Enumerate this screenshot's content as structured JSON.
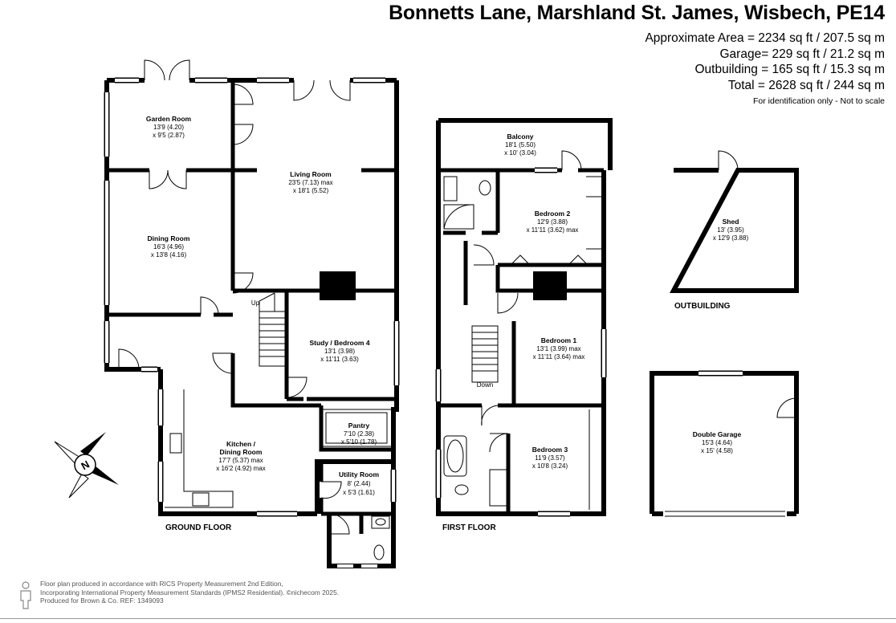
{
  "title": "Bonnetts Lane, Marshland St. James, Wisbech, PE14",
  "areas": [
    "Approximate Area = 2234 sq ft / 207.5 sq m",
    "Garage= 229 sq ft / 21.2 sq m",
    "Outbuilding = 165 sq ft / 15.3 sq m",
    "Total = 2628 sq ft / 244 sq m"
  ],
  "note": "For identification only - Not to scale",
  "floors": {
    "ground": "GROUND FLOOR",
    "first": "FIRST FLOOR",
    "outbuilding": "OUTBUILDING"
  },
  "rooms": {
    "garden_room": {
      "name": "Garden Room",
      "d1": "13'9 (4.20)",
      "d2": "x 9'5 (2.87)"
    },
    "living_room": {
      "name": "Living Room",
      "d1": "23'5 (7.13) max",
      "d2": "x 18'1 (5.52)"
    },
    "dining_room": {
      "name": "Dining Room",
      "d1": "16'3 (4.96)",
      "d2": "x 13'8 (4.16)"
    },
    "study": {
      "name": "Study / Bedroom 4",
      "d1": "13'1 (3.98)",
      "d2": "x 11'11 (3.63)"
    },
    "kitchen": {
      "name1": "Kitchen /",
      "name2": "Dining Room",
      "d1": "17'7 (5.37) max",
      "d2": "x 16'2 (4.92) max"
    },
    "pantry": {
      "name": "Pantry",
      "d1": "7'10 (2.38)",
      "d2": "x 5'10 (1.78)"
    },
    "utility": {
      "name": "Utility Room",
      "d1": "8' (2.44)",
      "d2": "x 5'3 (1.61)"
    },
    "balcony": {
      "name": "Balcony",
      "d1": "18'1 (5.50)",
      "d2": "x 10' (3.04)"
    },
    "bedroom2": {
      "name": "Bedroom 2",
      "d1": "12'9 (3.88)",
      "d2": "x 11'11 (3.62) max"
    },
    "bedroom1": {
      "name": "Bedroom 1",
      "d1": "13'1 (3.99) max",
      "d2": "x 11'11 (3.64) max"
    },
    "bedroom3": {
      "name": "Bedroom 3",
      "d1": "11'9 (3.57)",
      "d2": "x 10'8 (3.24)"
    },
    "shed": {
      "name": "Shed",
      "d1": "13' (3.95)",
      "d2": "x 12'9 (3.88)"
    },
    "garage": {
      "name": "Double Garage",
      "d1": "15'3 (4.64)",
      "d2": "x 15' (4.58)"
    }
  },
  "stairs": {
    "up": "Up",
    "down": "Down"
  },
  "compass": {
    "letter": "N"
  },
  "footer": [
    "Floor plan produced in accordance with RICS Property Measurement 2nd Edition,",
    "Incorporating International Property Measurement Standards (IPMS2 Residential).  ©nichecom 2025.",
    "Produced for Brown & Co.   REF: 1349093"
  ],
  "colors": {
    "wall": "#000000",
    "fixture": "#333333"
  }
}
